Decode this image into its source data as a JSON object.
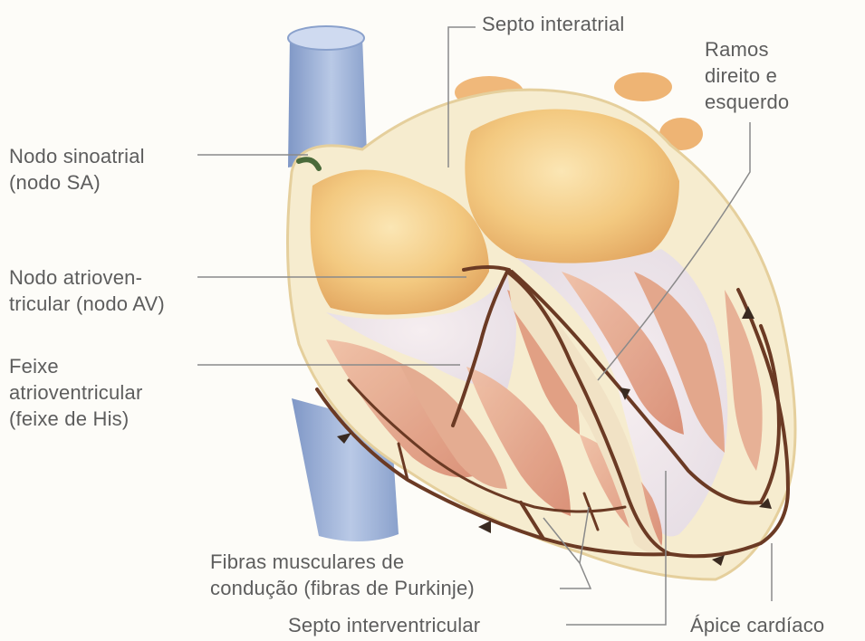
{
  "labels": {
    "septo_interatrial": "Septo interatrial",
    "ramos": [
      "Ramos",
      "direito e",
      "esquerdo"
    ],
    "nodo_sinoatrial": [
      "Nodo sinoatrial",
      "(nodo SA)"
    ],
    "nodo_atrioventricular": [
      "Nodo atrioven-",
      "tricular (nodo AV)"
    ],
    "feixe": [
      "Feixe",
      "atrioventricular",
      "(feixe de His)"
    ],
    "fibras": [
      "Fibras musculares de",
      "condução (fibras de Purkinje)"
    ],
    "septo_interventricular": "Septo interventricular",
    "apice": "Ápice cardíaco"
  },
  "colors": {
    "vessel": "#8ba4cf",
    "heart_wall": "#f5ecd0",
    "atrium": "#f1c47a",
    "muscle": "#e2a286",
    "conduction": "#6b3a24",
    "leader": "#8a8a8a",
    "label": "#5d5d5d"
  }
}
